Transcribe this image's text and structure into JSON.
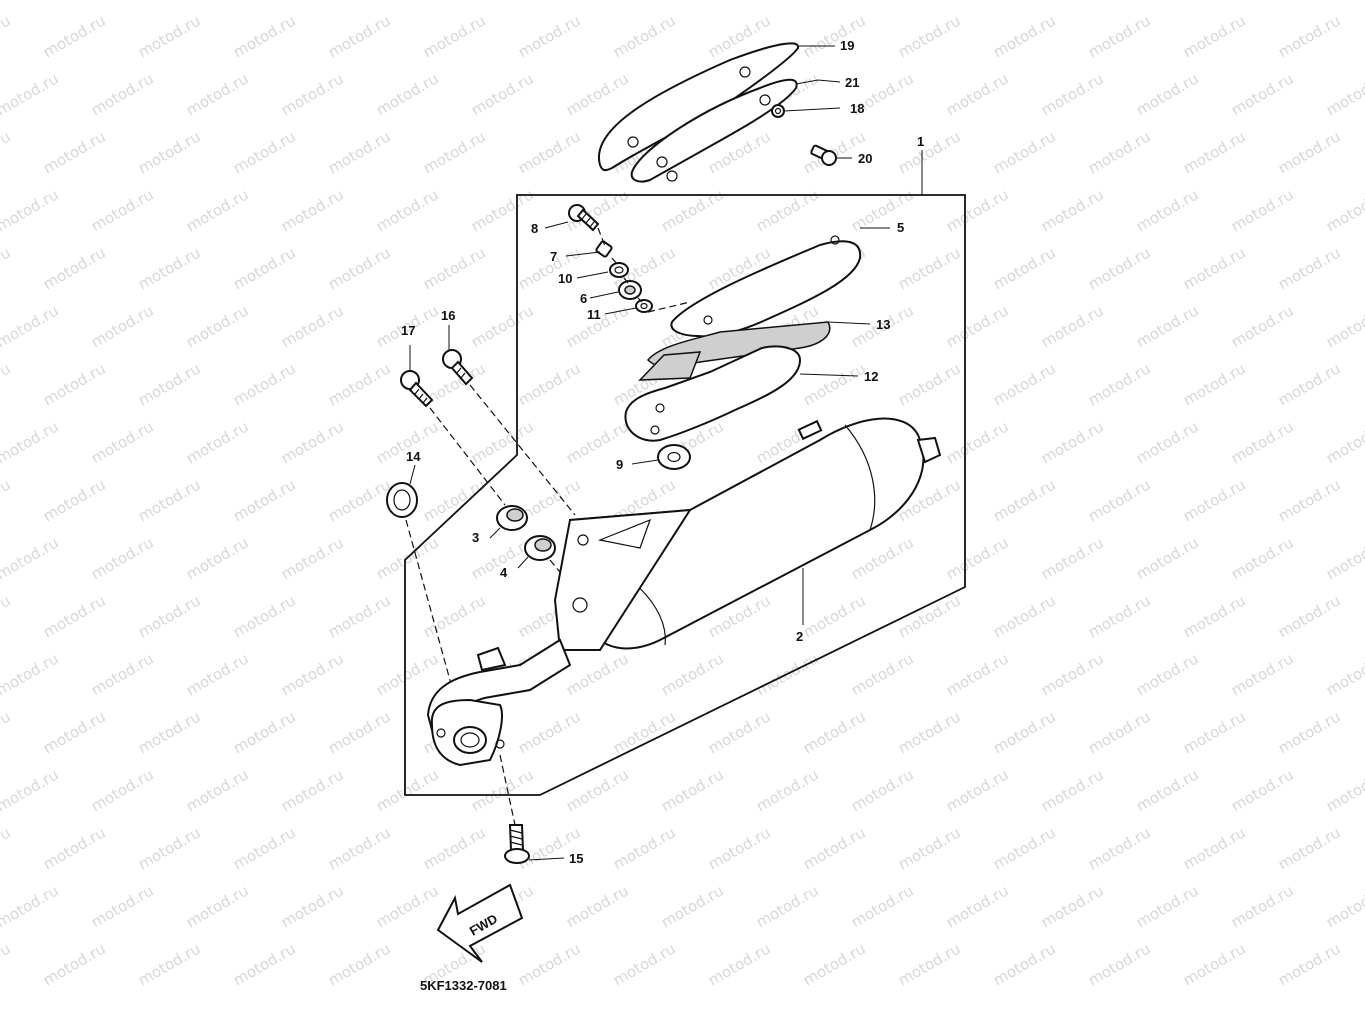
{
  "watermark": "motod.ru",
  "parts": {
    "p1": "1",
    "p2": "2",
    "p3": "3",
    "p4": "4",
    "p5": "5",
    "p6": "6",
    "p7": "7",
    "p8": "8",
    "p9": "9",
    "p10": "10",
    "p11": "11",
    "p12": "12",
    "p13": "13",
    "p14": "14",
    "p15": "15",
    "p16": "16",
    "p17": "17",
    "p18": "18",
    "p19": "19",
    "p20": "20",
    "p21": "21"
  },
  "arrow_label": "FWD",
  "diagram_code": "5KF1332-7081"
}
